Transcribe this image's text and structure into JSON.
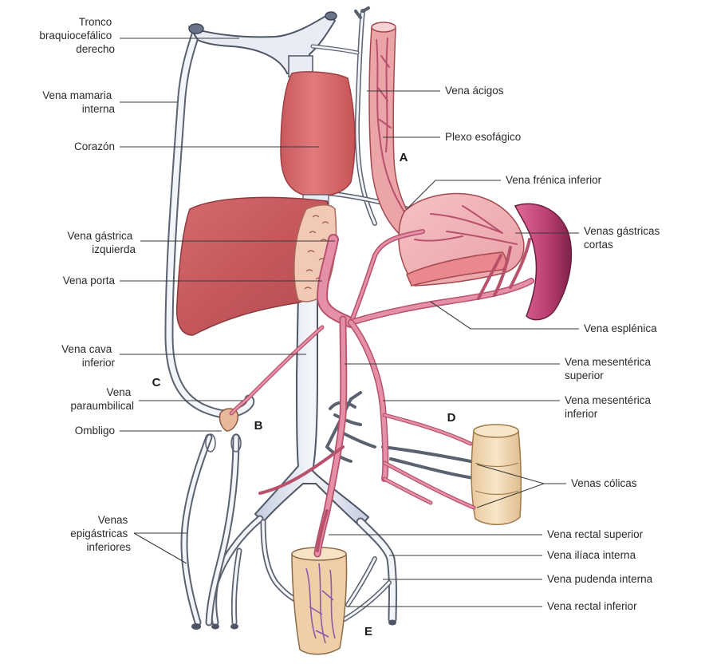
{
  "labels_left": [
    {
      "id": "tronco",
      "lines": [
        "Tronco",
        "braquiocefálico",
        "derecho"
      ]
    },
    {
      "id": "mamaria",
      "lines": [
        "Vena mamaria",
        "interna"
      ]
    },
    {
      "id": "corazon",
      "lines": [
        "Corazón"
      ]
    },
    {
      "id": "gastrica-izq",
      "lines": [
        "Vena gástrica",
        "izquierda"
      ]
    },
    {
      "id": "porta",
      "lines": [
        "Vena porta"
      ]
    },
    {
      "id": "cava",
      "lines": [
        "Vena cava",
        "inferior"
      ]
    },
    {
      "id": "paraumbilical",
      "lines": [
        "Vena",
        "paraumbilical"
      ]
    },
    {
      "id": "ombligo",
      "lines": [
        "Ombligo"
      ]
    },
    {
      "id": "epigastricas",
      "lines": [
        "Venas",
        "epigástricas",
        "inferiores"
      ]
    }
  ],
  "labels_right": [
    {
      "id": "acigos",
      "lines": [
        "Vena ácigos"
      ]
    },
    {
      "id": "plexo",
      "lines": [
        "Plexo esofágico"
      ]
    },
    {
      "id": "frenica",
      "lines": [
        "Vena frénica inferior"
      ]
    },
    {
      "id": "gastricas-cortas",
      "lines": [
        "Venas gástricas",
        "cortas"
      ]
    },
    {
      "id": "esplenica",
      "lines": [
        "Vena esplénica"
      ]
    },
    {
      "id": "mes-sup",
      "lines": [
        "Vena mesentérica",
        "superior"
      ]
    },
    {
      "id": "mes-inf",
      "lines": [
        "Vena mesentérica",
        "inferior"
      ]
    },
    {
      "id": "colicas",
      "lines": [
        "Venas cólicas"
      ]
    },
    {
      "id": "rectal-sup",
      "lines": [
        "Vena rectal superior"
      ]
    },
    {
      "id": "iliaca",
      "lines": [
        "Vena ilíaca interna"
      ]
    },
    {
      "id": "pudenda",
      "lines": [
        "Vena pudenda interna"
      ]
    },
    {
      "id": "rectal-inf",
      "lines": [
        "Vena rectal inferior"
      ]
    }
  ],
  "region_letters": [
    "A",
    "B",
    "C",
    "D",
    "E"
  ],
  "colors": {
    "systemic_vein": "#eceef6",
    "portal_vein": "#e690a8",
    "heart": "#d86a6c",
    "liver": "#c9575c",
    "stomach": "#f0b0b6",
    "spleen": "#c2487a",
    "colon": "#f2dcb8",
    "rectum": "#f0cfa8"
  }
}
